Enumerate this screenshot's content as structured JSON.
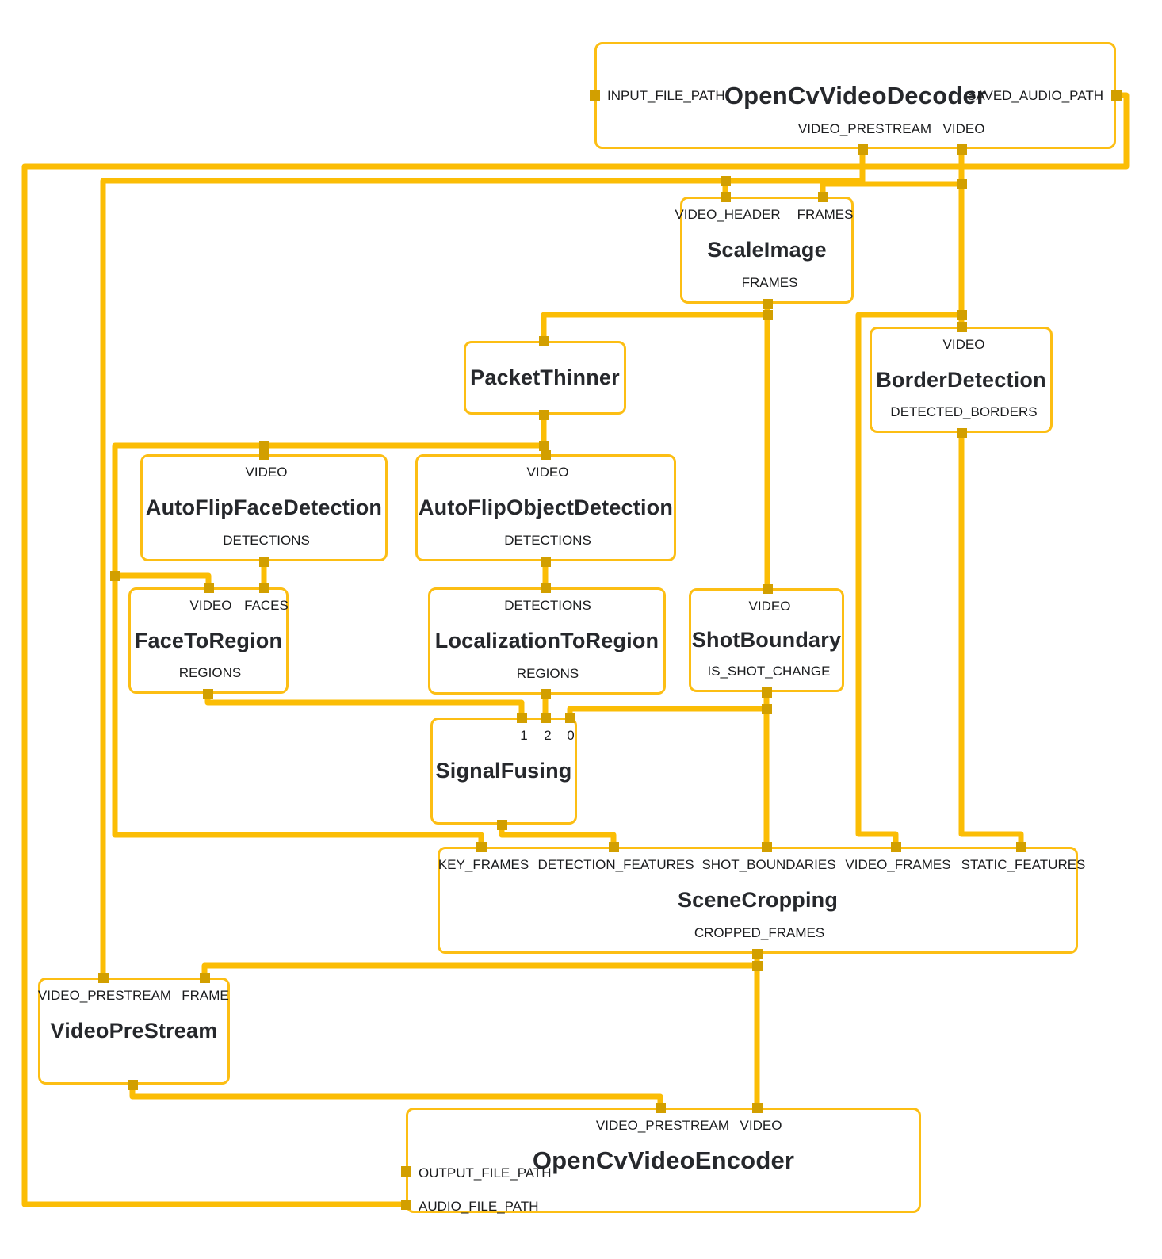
{
  "colors": {
    "wire": "#FBBD05",
    "port_square": "#D29F00",
    "node_border": "#FCBE14",
    "node_title_text": "#26282c",
    "port_label_text": "#1b1c1e",
    "background": "#ffffff"
  },
  "nodes": [
    {
      "title": "OpenCvVideoDecoder",
      "ports": [
        {
          "label": "INPUT_FILE_PATH"
        },
        {
          "label": "SAVED_AUDIO_PATH"
        },
        {
          "label": "VIDEO_PRESTREAM"
        },
        {
          "label": "VIDEO"
        }
      ]
    },
    {
      "title": "ScaleImage",
      "ports": [
        {
          "label": "VIDEO_HEADER"
        },
        {
          "label": "FRAMES"
        },
        {
          "label": "FRAMES"
        }
      ]
    },
    {
      "title": "PacketThinner",
      "ports": []
    },
    {
      "title": "BorderDetection",
      "ports": [
        {
          "label": "VIDEO"
        },
        {
          "label": "DETECTED_BORDERS"
        }
      ]
    },
    {
      "title": "AutoFlipFaceDetection",
      "ports": [
        {
          "label": "VIDEO"
        },
        {
          "label": "DETECTIONS"
        }
      ]
    },
    {
      "title": "AutoFlipObjectDetection",
      "ports": [
        {
          "label": "VIDEO"
        },
        {
          "label": "DETECTIONS"
        }
      ]
    },
    {
      "title": "FaceToRegion",
      "ports": [
        {
          "label": "VIDEO"
        },
        {
          "label": "FACES"
        },
        {
          "label": "REGIONS"
        }
      ]
    },
    {
      "title": "LocalizationToRegion",
      "ports": [
        {
          "label": "DETECTIONS"
        },
        {
          "label": "REGIONS"
        }
      ]
    },
    {
      "title": "ShotBoundary",
      "ports": [
        {
          "label": "VIDEO"
        },
        {
          "label": "IS_SHOT_CHANGE"
        }
      ]
    },
    {
      "title": "SignalFusing",
      "ports": [
        {
          "label": "1"
        },
        {
          "label": "2"
        },
        {
          "label": "0"
        }
      ]
    },
    {
      "title": "SceneCropping",
      "ports": [
        {
          "label": "KEY_FRAMES"
        },
        {
          "label": "DETECTION_FEATURES"
        },
        {
          "label": "SHOT_BOUNDARIES"
        },
        {
          "label": "VIDEO_FRAMES"
        },
        {
          "label": "STATIC_FEATURES"
        },
        {
          "label": "CROPPED_FRAMES"
        }
      ]
    },
    {
      "title": "VideoPreStream",
      "ports": [
        {
          "label": "VIDEO_PRESTREAM"
        },
        {
          "label": "FRAME"
        }
      ]
    },
    {
      "title": "OpenCvVideoEncoder",
      "ports": [
        {
          "label": "VIDEO_PRESTREAM"
        },
        {
          "label": "VIDEO"
        },
        {
          "label": "OUTPUT_FILE_PATH"
        },
        {
          "label": "AUDIO_FILE_PATH"
        }
      ]
    }
  ],
  "edges": [
    {
      "from": "OpenCvVideoDecoder.SAVED_AUDIO_PATH",
      "to": "OpenCvVideoEncoder.AUDIO_FILE_PATH"
    },
    {
      "from": "OpenCvVideoDecoder.VIDEO_PRESTREAM",
      "to": "VideoPreStream.VIDEO_PRESTREAM"
    },
    {
      "from": "OpenCvVideoDecoder.VIDEO_PRESTREAM",
      "to": "ScaleImage.VIDEO_HEADER"
    },
    {
      "from": "OpenCvVideoDecoder.VIDEO",
      "to": "BorderDetection.VIDEO"
    },
    {
      "from": "OpenCvVideoDecoder.VIDEO",
      "to": "ScaleImage.FRAMES"
    },
    {
      "from": "OpenCvVideoDecoder.VIDEO",
      "to": "SceneCropping.VIDEO_FRAMES"
    },
    {
      "from": "ScaleImage.FRAMES",
      "to": "ShotBoundary.VIDEO"
    },
    {
      "from": "ScaleImage.FRAMES",
      "to": "PacketThinner"
    },
    {
      "from": "PacketThinner",
      "to": "AutoFlipObjectDetection.VIDEO"
    },
    {
      "from": "PacketThinner",
      "to": "AutoFlipFaceDetection.VIDEO"
    },
    {
      "from": "PacketThinner",
      "to": "FaceToRegion.VIDEO"
    },
    {
      "from": "PacketThinner",
      "to": "SceneCropping.KEY_FRAMES"
    },
    {
      "from": "AutoFlipFaceDetection.DETECTIONS",
      "to": "FaceToRegion.FACES"
    },
    {
      "from": "AutoFlipObjectDetection.DETECTIONS",
      "to": "LocalizationToRegion.DETECTIONS"
    },
    {
      "from": "FaceToRegion.REGIONS",
      "to": "SignalFusing.1"
    },
    {
      "from": "LocalizationToRegion.REGIONS",
      "to": "SignalFusing.2"
    },
    {
      "from": "ShotBoundary.IS_SHOT_CHANGE",
      "to": "SignalFusing.0"
    },
    {
      "from": "ShotBoundary.IS_SHOT_CHANGE",
      "to": "SceneCropping.SHOT_BOUNDARIES"
    },
    {
      "from": "BorderDetection.DETECTED_BORDERS",
      "to": "SceneCropping.STATIC_FEATURES"
    },
    {
      "from": "SignalFusing",
      "to": "SceneCropping.DETECTION_FEATURES"
    },
    {
      "from": "SceneCropping.CROPPED_FRAMES",
      "to": "VideoPreStream.FRAME"
    },
    {
      "from": "SceneCropping.CROPPED_FRAMES",
      "to": "OpenCvVideoEncoder.VIDEO"
    },
    {
      "from": "VideoPreStream",
      "to": "OpenCvVideoEncoder.VIDEO_PRESTREAM"
    }
  ]
}
